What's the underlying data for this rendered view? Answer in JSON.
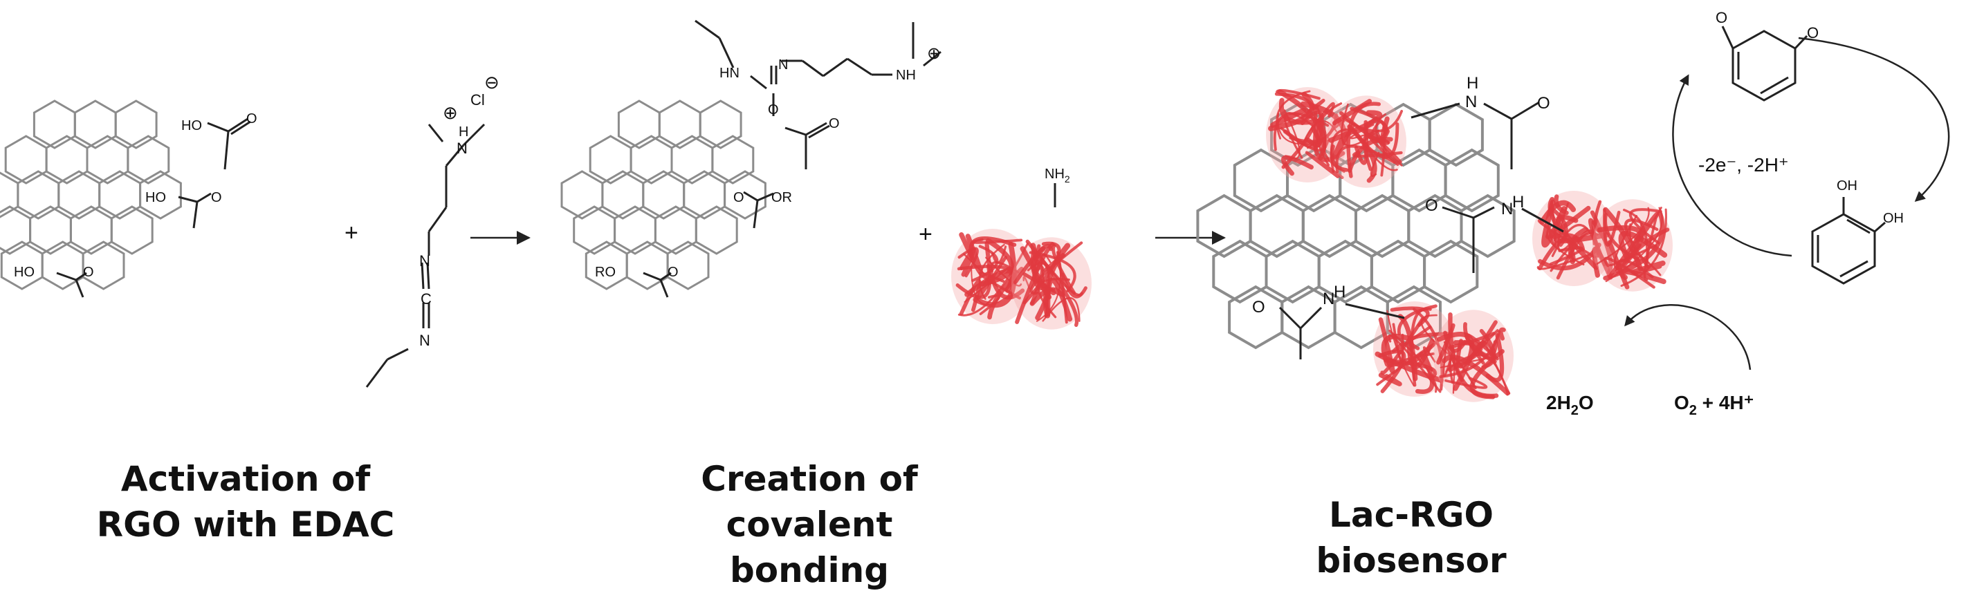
{
  "step1": {
    "caption": [
      "Activation of",
      "RGO with EDAC"
    ],
    "group_labels": [
      "HO",
      "HO",
      "HO"
    ],
    "plus": "+",
    "edac_labels": {
      "nh": "H",
      "plus": "⊕",
      "cl": "Cl",
      "minus": "⊖",
      "n1": "N",
      "c": "C",
      "n2": "N"
    }
  },
  "step2": {
    "caption": [
      "Creation of covalent",
      "bonding"
    ],
    "labels": {
      "hn": "HN",
      "n": "N",
      "nh_right": "NH",
      "plus": "⊕",
      "or": "OR",
      "ro": "RO",
      "nh2": "NH",
      "nh2_sub": "2"
    },
    "plus": "+"
  },
  "step3": {
    "caption": [
      "Lac-RGO biosensor"
    ],
    "labels": {
      "n_top": "N",
      "h_top": "H",
      "o_top": "O",
      "o_mid": "O",
      "n_mid": "N",
      "h_mid": "H",
      "o_bot": "O",
      "n_bot": "N",
      "h_bot": "H"
    },
    "cycle_label": "-2e⁻, -2H⁺",
    "quinone_o": [
      "O",
      "O"
    ],
    "catechol_oh": [
      "OH",
      "OH"
    ],
    "water": {
      "main": "2H",
      "sub": "2",
      "tail": "O"
    },
    "oxygen": {
      "main": "O",
      "sub": "2",
      "tail": " + 4H⁺"
    }
  },
  "colors": {
    "lattice": "#8c8c8c",
    "bond": "#222222",
    "enzyme": "#e0393f",
    "enzyme_light": "#f3a2a4",
    "arrow": "#222222"
  }
}
